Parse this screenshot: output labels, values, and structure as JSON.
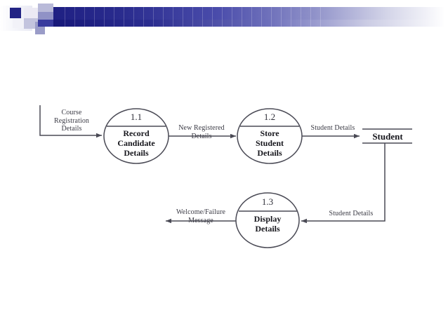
{
  "slide": {
    "background_color": "#ffffff",
    "decoration": {
      "name": "powerpoint-banner",
      "bar_color_dark": "#1f2083",
      "bar_color_mid": "#3d3fa0",
      "bar_color_light": "#ffffff",
      "square_dark": "#232484",
      "square_mid": "#9a9cc8",
      "square_pale": "#c8c9e2"
    }
  },
  "diagram": {
    "type": "data-flow-diagram",
    "title": "",
    "processes": [
      {
        "id": "1.1",
        "number": "1.1",
        "name": "Record\nCandidate\nDetails"
      },
      {
        "id": "1.2",
        "number": "1.2",
        "name": "Store\nStudent\nDetails"
      },
      {
        "id": "1.3",
        "number": "1.3",
        "name": "Display\nDetails"
      }
    ],
    "data_stores": [
      {
        "id": "student-store",
        "name": "Student"
      }
    ],
    "flows": [
      {
        "id": "flow-course-registration",
        "label": "Course\nRegistration\nDetails",
        "from": "external-source",
        "to": "1.1"
      },
      {
        "id": "flow-new-registered",
        "label": "New Registered\nDetails",
        "from": "1.1",
        "to": "1.2"
      },
      {
        "id": "flow-student-details-store",
        "label": "Student Details",
        "from": "1.2",
        "to": "student-store"
      },
      {
        "id": "flow-student-details-display",
        "label": "Student Details",
        "from": "student-store",
        "to": "1.3"
      },
      {
        "id": "flow-welcome-failure",
        "label": "Welcome/Failure\nMessage",
        "from": "1.3",
        "to": "external-sink"
      }
    ],
    "line_color": "#4a4a55",
    "text_color": "#3a3a44"
  }
}
